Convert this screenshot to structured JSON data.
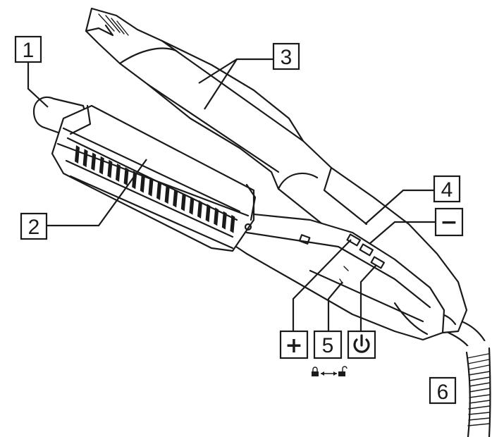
{
  "figure": {
    "callouts": [
      {
        "id": "callout-1",
        "text": "1"
      },
      {
        "id": "callout-2",
        "text": "2"
      },
      {
        "id": "callout-3",
        "text": "3"
      },
      {
        "id": "callout-4",
        "text": "4"
      },
      {
        "id": "callout-5",
        "text": "5"
      },
      {
        "id": "callout-6",
        "text": "6"
      }
    ],
    "buttons": {
      "plus": "+",
      "minus": "−",
      "power": "power-icon"
    },
    "lock_indicator": "lock-unlock-icon"
  }
}
